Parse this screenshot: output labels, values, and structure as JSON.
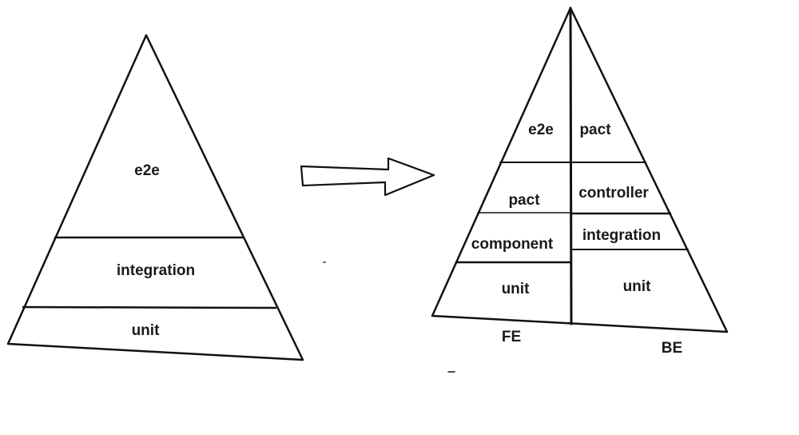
{
  "left_pyramid": {
    "layers": [
      "e2e",
      "integration",
      "unit"
    ]
  },
  "right_pyramid": {
    "frontend": {
      "layers": [
        "e2e",
        "pact",
        "component",
        "unit"
      ],
      "side_label": "FE"
    },
    "backend": {
      "layers": [
        "pact",
        "controller",
        "integration",
        "unit"
      ],
      "side_label": "BE"
    }
  },
  "colors": {
    "stroke": "#111111",
    "text": "#1a1a1a",
    "background": "#ffffff"
  }
}
